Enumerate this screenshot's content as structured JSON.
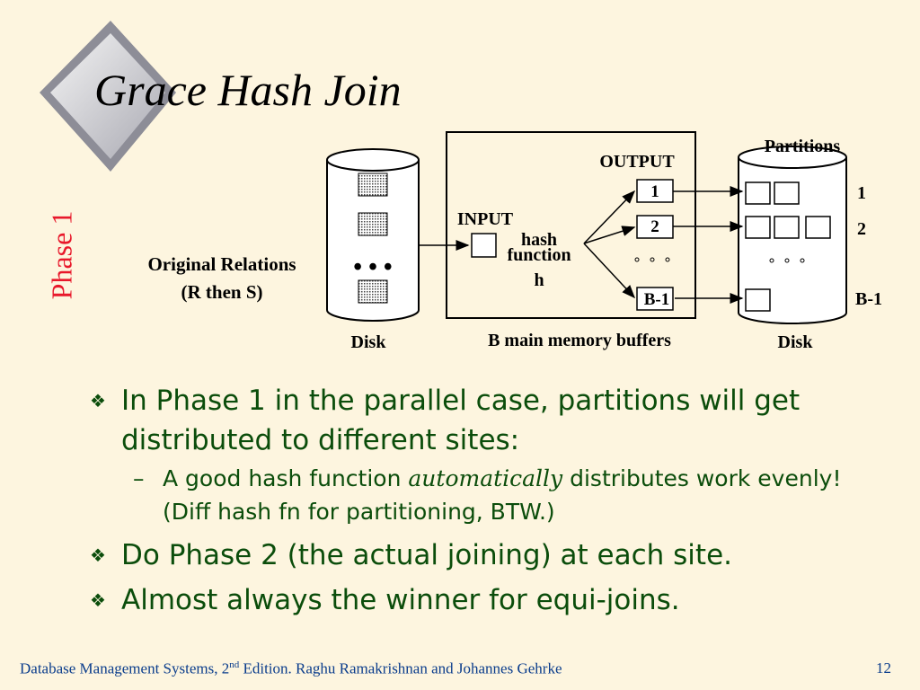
{
  "slide": {
    "title": "Grace Hash Join",
    "phase_label": "Phase 1",
    "page_number": "12"
  },
  "diagram": {
    "original_relations_line1": "Original Relations",
    "original_relations_line2": "(R then S)",
    "disk_left": "Disk",
    "disk_right": "Disk",
    "input": "INPUT",
    "output": "OUTPUT",
    "partitions": "Partitions",
    "hash_line1": "hash",
    "hash_line2": "function",
    "hash_line3": "h",
    "memory_buffers": "B main memory buffers",
    "ellipsis_left": "• • •",
    "buffer_labels": [
      "1",
      "2",
      "B-1"
    ],
    "partition_labels": [
      "1",
      "2",
      "B-1"
    ]
  },
  "bullets": [
    {
      "text": "In Phase 1 in the parallel case, partitions will get distributed to different sites:",
      "sub": {
        "before": "A good hash function ",
        "emph": "automatically",
        "after": " distributes work evenly!  (Diff hash fn for partitioning, BTW.)"
      }
    },
    {
      "text": "Do Phase 2 (the actual joining) at each site."
    },
    {
      "text": "Almost always the winner for equi-joins."
    }
  ],
  "footer": {
    "prefix": "Database Management Systems, 2",
    "sup": "nd",
    "suffix": " Edition. Raghu Ramakrishnan and Johannes Gehrke"
  },
  "colors": {
    "background": "#fdf5df",
    "phase_label": "#e8182b",
    "bullet_text": "#0b4d0b",
    "footer_text": "#0b3d8c"
  }
}
